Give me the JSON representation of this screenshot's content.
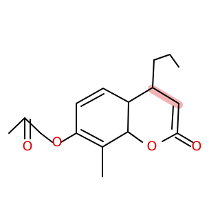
{
  "molecule": {
    "atom_labels": [
      "O",
      "O",
      "O",
      "O"
    ],
    "highlight_color": "#f4b3b3",
    "bond_color": "#000000",
    "label_color": "#e00000"
  }
}
